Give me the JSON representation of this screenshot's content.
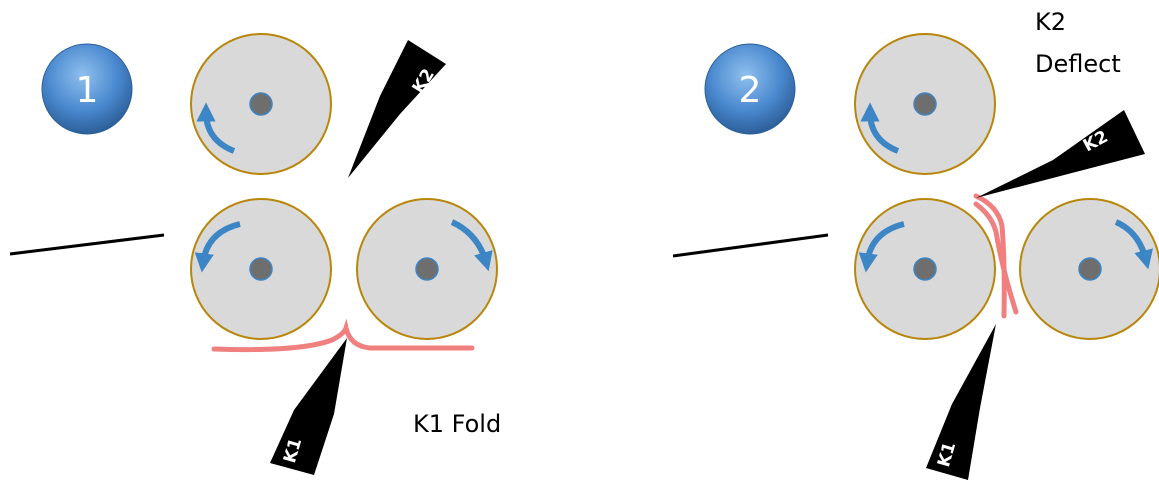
{
  "panel1": {
    "step_number": "1",
    "knife_top_label": "K2",
    "knife_bottom_label": "K1",
    "caption": "K1 Fold"
  },
  "panel2": {
    "step_number": "2",
    "knife_top_label": "K2",
    "knife_bottom_label": "K1",
    "caption_line1": "K2",
    "caption_line2": "Deflect"
  },
  "colors": {
    "roller_fill": "#d9d9d9",
    "roller_stroke": "#b8860b",
    "hub": "#6e6e6e",
    "arrow": "#3d86c6",
    "paper": "#f08080",
    "knife": "#000000",
    "badge": "#4a89cf"
  }
}
